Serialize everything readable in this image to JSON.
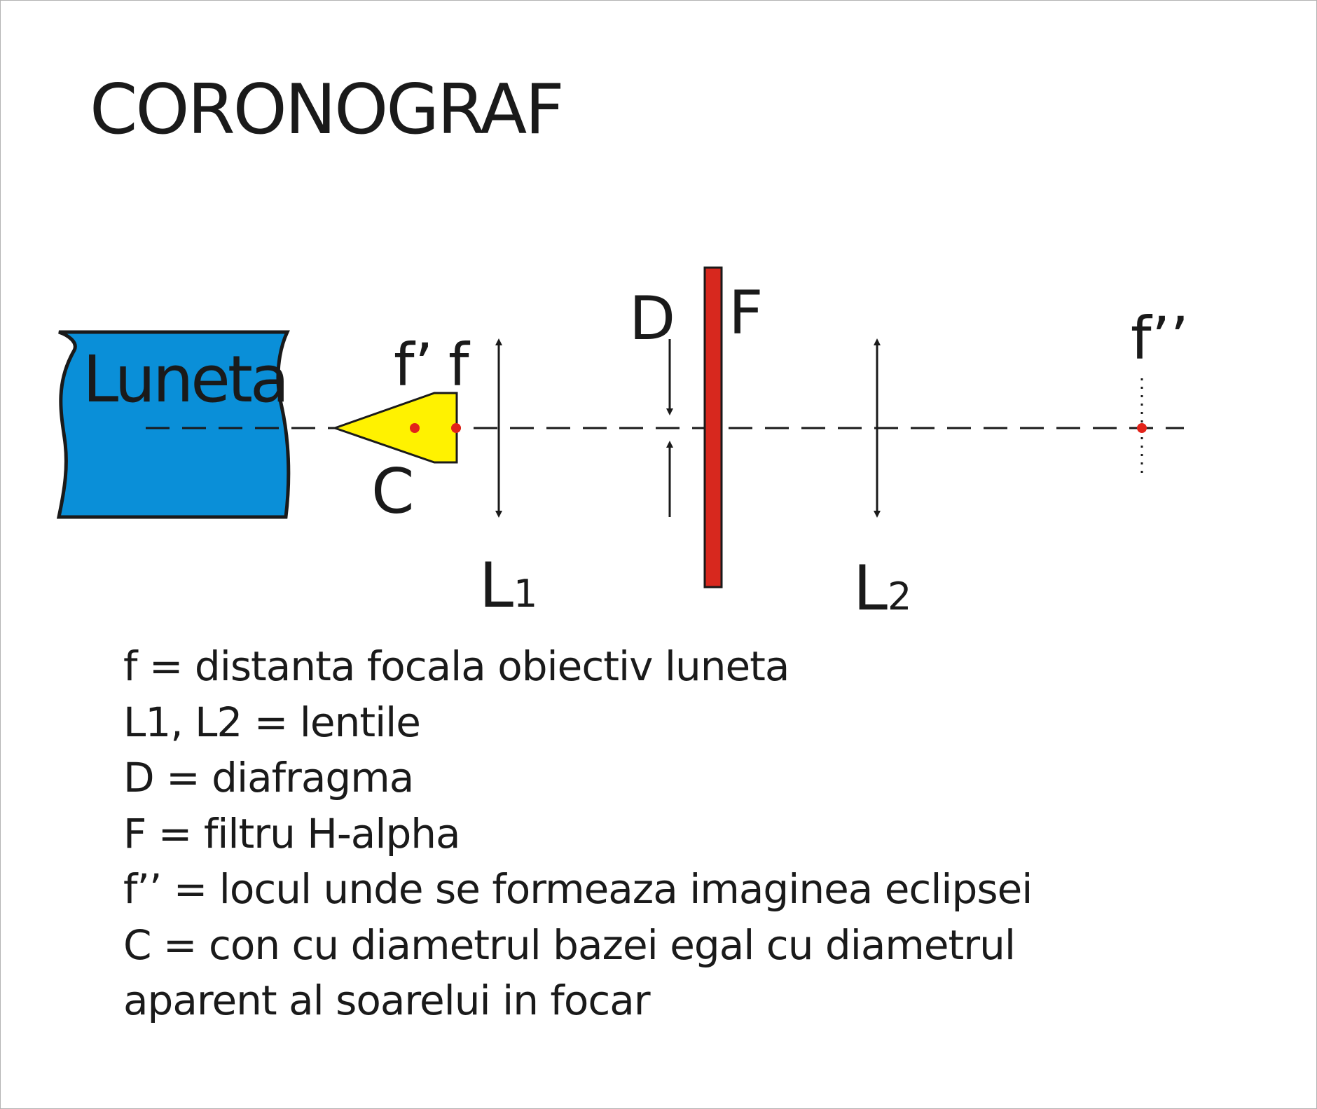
{
  "title": "CORONOGRAF",
  "colors": {
    "telescope_fill": "#0a8fd8",
    "cone_fill": "#fff200",
    "filter_fill": "#d7281e",
    "focus_point": "#e2231a",
    "stroke": "#1a1a1a"
  },
  "diagram": {
    "telescope_label": "Luneta",
    "cone_label": "C",
    "focus_f_prime": "f’",
    "focus_f": "f",
    "lens1_label_main": "L",
    "lens1_label_sub": "1",
    "diaphragm_label": "D",
    "filter_label": "F",
    "lens2_label_main": "L",
    "lens2_label_sub": "2",
    "image_focus_label": "f’’"
  },
  "legend": [
    "f = distanta focala obiectiv luneta",
    "L1, L2 = lentile",
    "D = diafragma",
    "F = filtru H-alpha",
    "f’’ = locul unde se formeaza imaginea eclipsei",
    "C = con cu diametrul bazei egal cu diametrul",
    "aparent al soarelui in focar"
  ]
}
